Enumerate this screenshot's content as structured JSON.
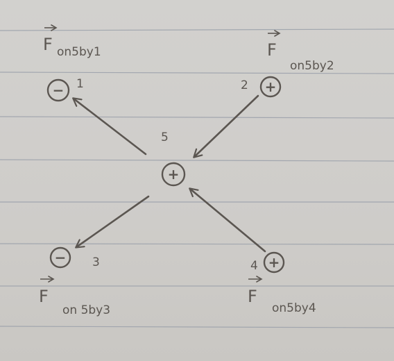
{
  "diagram": {
    "title": "",
    "ink_color": "#5b5651",
    "line_color": "#9aa0aa",
    "charges": [
      {
        "id": "1",
        "sign": "−",
        "number_label": "1"
      },
      {
        "id": "2",
        "sign": "+",
        "number_label": "2"
      },
      {
        "id": "3",
        "sign": "−",
        "number_label": "3"
      },
      {
        "id": "4",
        "sign": "+",
        "number_label": "4"
      },
      {
        "id": "5",
        "sign": "+",
        "number_label": "5"
      }
    ],
    "force_labels": [
      {
        "symbol": "F",
        "subscript": "on5by1"
      },
      {
        "symbol": "F",
        "subscript": "on5by2"
      },
      {
        "symbol": "F",
        "subscript": "on 5by3"
      },
      {
        "symbol": "F",
        "subscript": "on5by4"
      }
    ]
  }
}
